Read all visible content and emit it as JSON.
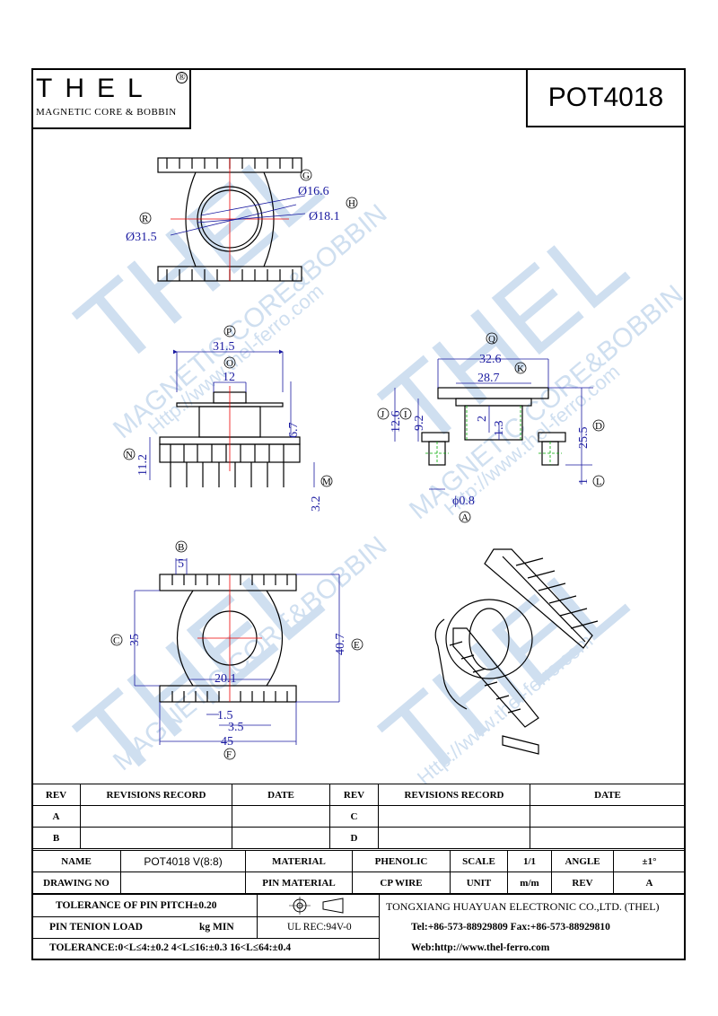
{
  "header": {
    "logo_text": "THEL",
    "logo_registered": "®",
    "logo_subtitle": "MAGNETIC CORE & BOBBIN",
    "part_number": "POT4018"
  },
  "watermark": {
    "brand": "THEL",
    "tagline": "MAGNETIC CORE&BOBBIN",
    "url": "Http://www.thel-ferro.com"
  },
  "top_view": {
    "labels": {
      "G": "G",
      "H": "H",
      "R": "R"
    },
    "dims": {
      "inner_dia": "Ø16.6",
      "outer_dia": "Ø18.1",
      "flange_dia": "Ø31.5"
    }
  },
  "front_view": {
    "labels": {
      "P": "P",
      "O": "O",
      "N": "N",
      "M": "M"
    },
    "dims": {
      "width": "31.5",
      "boss": "12",
      "height": "6.7",
      "total": "11.2",
      "pin": "3.2"
    }
  },
  "side_view": {
    "labels": {
      "Q": "Q",
      "K": "K",
      "J": "J",
      "I": "I",
      "D": "D",
      "L": "L",
      "A": "A"
    },
    "dims": {
      "outer": "32.6",
      "inner": "28.7",
      "j": "12.6",
      "i": "9.2",
      "two": "2",
      "one_three": "1.3",
      "total": "25.5",
      "one": "1",
      "pin_dia": "ϕ0.8"
    }
  },
  "bottom_view": {
    "labels": {
      "B": "B",
      "C": "C",
      "E": "E",
      "F": "F"
    },
    "dims": {
      "pitch": "5",
      "height": "35",
      "overall": "40.7",
      "inner": "20.1",
      "a": "1.5",
      "b": "3.5",
      "width": "45"
    }
  },
  "table": {
    "rev_header": "REV",
    "records_header": "REVISIONS RECORD",
    "date_header": "DATE",
    "rev_rows": [
      "A",
      "B"
    ],
    "rev_rows_right": [
      "C",
      "D"
    ],
    "name_label": "NAME",
    "name_value": "POT4018 V(8:8)",
    "material_label": "MATERIAL",
    "material_value": "PHENOLIC",
    "scale_label": "SCALE",
    "scale_value": "1/1",
    "angle_label": "ANGLE",
    "angle_value": "±1°",
    "drawing_no_label": "DRAWING NO",
    "pin_material_label": "PIN MATERIAL",
    "pin_material_value": "CP WIRE",
    "unit_label": "UNIT",
    "unit_value": "m/m",
    "rev_label": "REV",
    "rev_value": "A",
    "tolerance_pitch": "TOLERANCE OF PIN PITCH±0.20",
    "pin_tension": "PIN TENION LOAD",
    "kg_min": "kg MIN",
    "ul_rec": "UL REC:94V-0",
    "tolerance": "TOLERANCE:0<L≤4:±0.2  4<L≤16:±0.3  16<L≤64:±0.4",
    "company": "TONGXIANG HUAYUAN ELECTRONIC CO.,LTD. (THEL)",
    "tel": "Tel:+86-573-88929809 Fax:+86-573-88929810",
    "web": "Web:http://www.thel-ferro.com"
  }
}
